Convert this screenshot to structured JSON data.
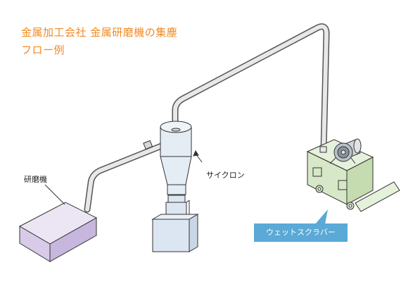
{
  "title": {
    "line1": "金属加工会社 金属研磨機の集塵",
    "line2": "フロー例"
  },
  "labels": {
    "grinder": "研磨機",
    "cyclone": "サイクロン",
    "scrubber": "ウェットスクラバー"
  },
  "colors": {
    "title": "#f08a24",
    "grinder_top": "#ece6f4",
    "grinder_front": "#d8cbe8",
    "grinder_side": "#c7b6de",
    "cyclone": "#e4ecf4",
    "container": "#dce6f2",
    "scrubber_top": "#e6f1dc",
    "scrubber_front": "#d6e8c7",
    "callout": "#5aa9d6",
    "duct": "#e8e8e8"
  },
  "icons": {
    "fan": "fan-icon",
    "motor": "motor-icon"
  }
}
